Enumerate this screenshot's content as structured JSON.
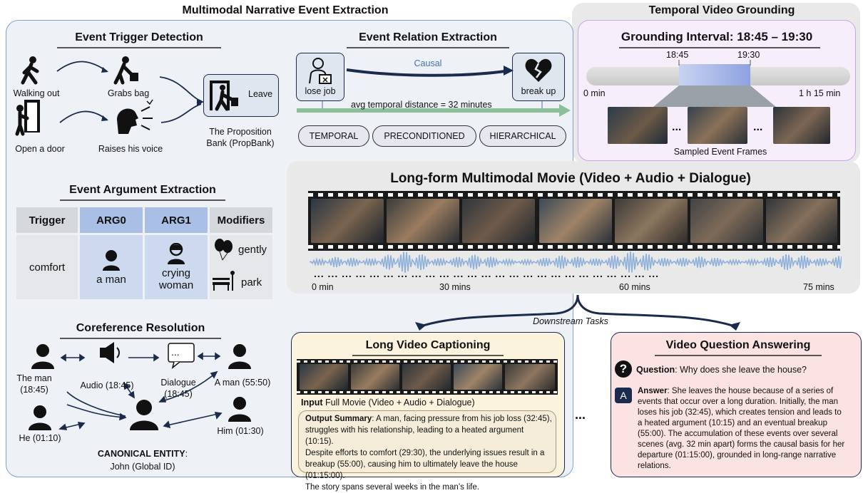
{
  "header": {
    "left_title": "Multimodal Narrative Event Extraction",
    "right_title": "Temporal Video Grounding"
  },
  "trigger": {
    "title": "Event Trigger Detection",
    "walking_out": "Walking out",
    "grabs_bag": "Grabs bag",
    "open_door": "Open a door",
    "raises_voice": "Raises his voice",
    "leave": "Leave",
    "propbank": [
      "The Proposition",
      "Bank (PropBank)"
    ]
  },
  "relation": {
    "title": "Event Relation Extraction",
    "lose_job": "lose job",
    "break_up": "break up",
    "causal": "Causal",
    "distance": "avg temporal distance = 32 minutes",
    "types": [
      "TEMPORAL",
      "PRECONDITIONED",
      "HIERARCHICAL"
    ]
  },
  "grounding": {
    "title": "Grounding Interval: 18:45 – 19:30",
    "start_label": "18:45",
    "end_label": "19:30",
    "min_label": "0 min",
    "max_label": "1 h 15 min",
    "ellipsis": "...",
    "frames_label": "Sampled Event Frames",
    "interval_start_min": 18.75,
    "interval_end_min": 19.5,
    "total_min": 75
  },
  "argument": {
    "title": "Event Argument Extraction",
    "headers": [
      "Trigger",
      "ARG0",
      "ARG1",
      "Modifiers"
    ],
    "trigger": "comfort",
    "arg0": "a man",
    "arg1": [
      "crying",
      "woman"
    ],
    "mod_gently": "gently",
    "mod_park": "park"
  },
  "movie": {
    "title": "Long-form Multimodal Movie (Video + Audio + Dialogue)",
    "dots": "... ... ... ... ... ... ... ... ... ... ... ... ... ... ... ... ... ... ... ... ... ... ... ... ...",
    "ticks": [
      "0 min",
      "30 mins",
      "60 mins",
      "75 mins"
    ]
  },
  "coref": {
    "title": "Coreference Resolution",
    "the_man": [
      "The man",
      "(18:45)"
    ],
    "audio": "Audio (18:45)",
    "dialogue": [
      "Dialogue",
      "(18:45)"
    ],
    "a_man": "A man (55:50)",
    "he": "He (01:10)",
    "him": "Him (01:30)",
    "canonical": "CANONICAL ENTITY",
    "colon": ":",
    "john": "John (Global ID)",
    "speech_dots": "..."
  },
  "downstream": {
    "label": "Downstream Tasks",
    "between_dots": "..."
  },
  "captioning": {
    "title": "Long Video Captioning",
    "input_bold": "Input",
    "input_text": "Full Movie (Video + Audio + Dialogue)",
    "summary_bold": "Output Summary",
    "summary_lines": [
      ": A man, facing pressure from his job loss (32:45),",
      "struggles with his relationship, leading to a heated argument (10:15).",
      "Despite efforts to comfort (29:30), the underlying issues result in a",
      "breakup (55:00), causing him to ultimately leave the house (01:15:00).",
      "The story spans several weeks in the man’s life."
    ]
  },
  "vqa": {
    "title": "Video Question Answering",
    "q_icon": "?",
    "a_icon": "A",
    "question_bold": "Question",
    "question_text": ": Why does she leave the house?",
    "answer_bold": "Answer",
    "answer_lines": [
      ": She leaves the house because of a series of",
      "events that occur over a long duration. Initially, the man",
      "loses his job (32:45), which creates tension and leads to",
      "a heated argument (10:15) and an eventual breakup",
      "(55:00). The accumulation of these events over several",
      "scenes (avg. 32 min apart) forms the causal basis for her",
      "departure (01:15:00), grounded in long-range narrative",
      "relations."
    ]
  },
  "colors": {
    "dark_navy": "#1b2b4b",
    "arg_highlight": "#cdd9ee",
    "trigger_cell": "#e4e6ea",
    "waveform": "#8fb0d8",
    "green_arrow": "#8cc09a"
  }
}
